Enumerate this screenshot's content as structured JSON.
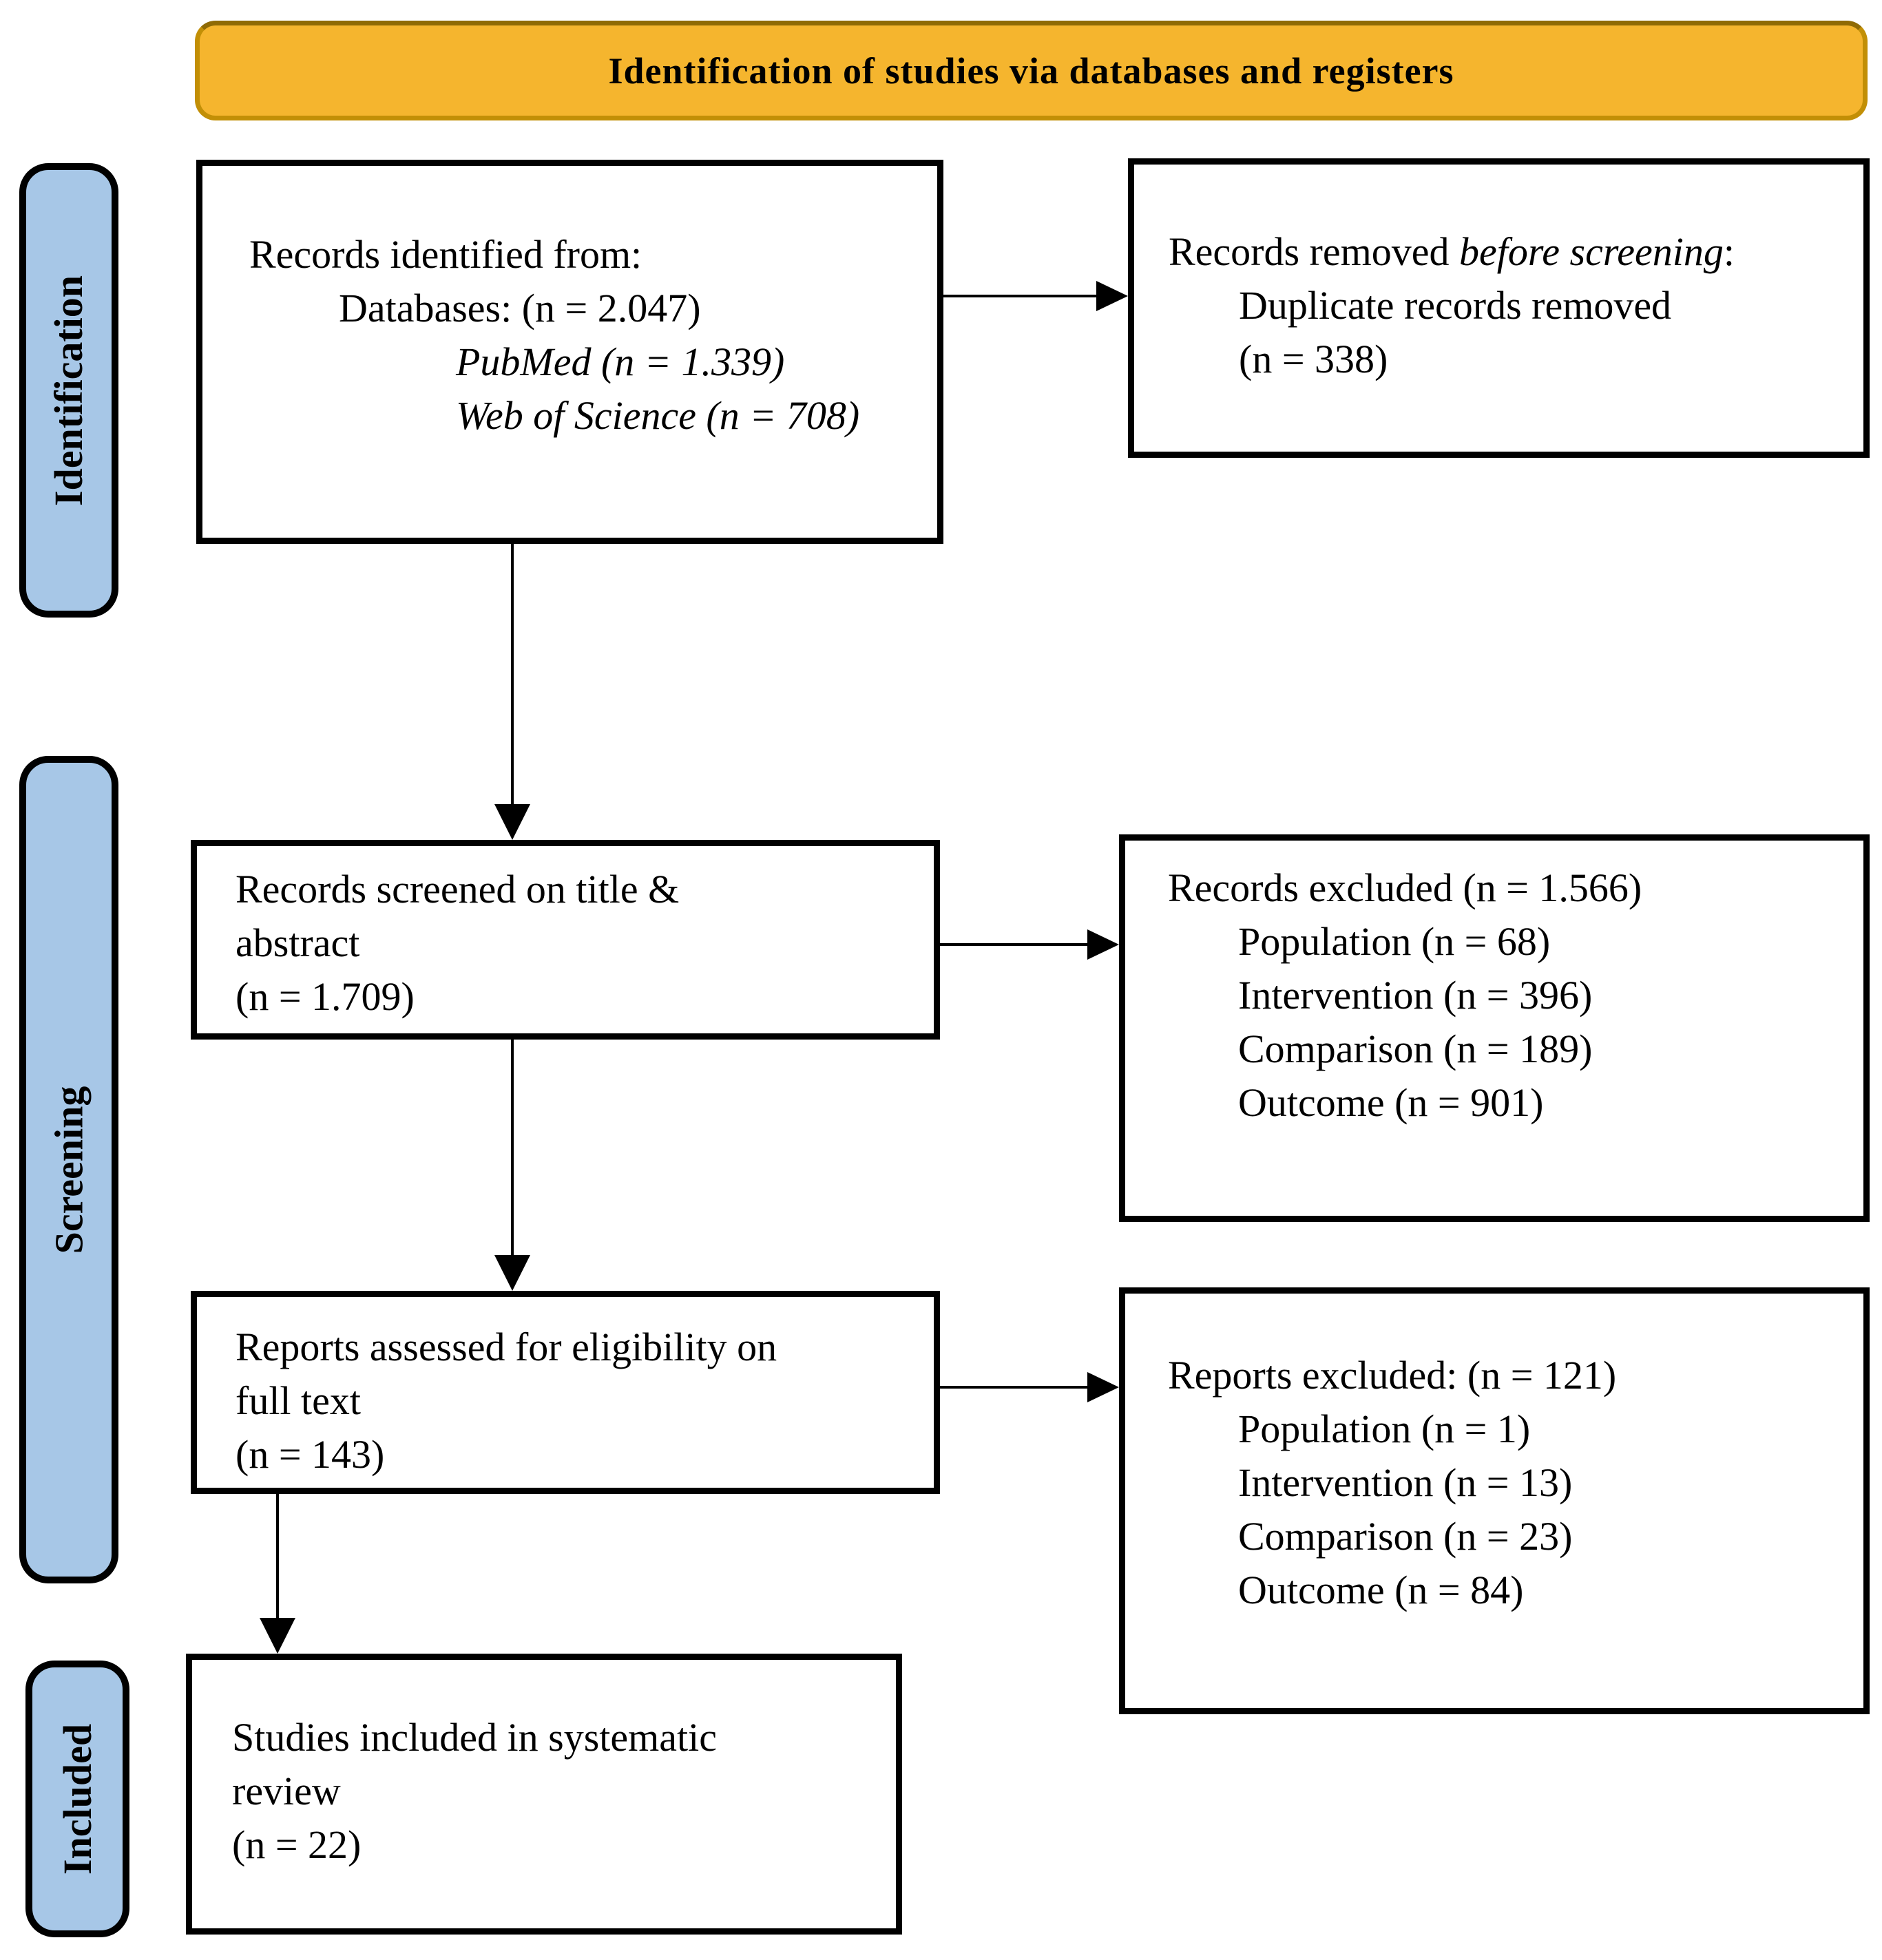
{
  "banner": {
    "title": "Identification of studies via databases and registers"
  },
  "stages": [
    {
      "label": "Identification"
    },
    {
      "label": "Screening"
    },
    {
      "label": "Included"
    }
  ],
  "boxes": {
    "records_identified": {
      "lines": [
        {
          "text": "Records identified from:",
          "indent": 0,
          "style": "normal"
        },
        {
          "text": "Databases: (n = 2.047)",
          "indent": 1,
          "style": "normal"
        },
        {
          "text": "PubMed (n = 1.339)",
          "indent": 2,
          "style": "italic"
        },
        {
          "text": "Web of Science (n = 708)",
          "indent": 2,
          "style": "italic"
        }
      ]
    },
    "records_removed": {
      "line1": {
        "prefix": "Records removed ",
        "italic": "before screening",
        "suffix": ":"
      },
      "lines": [
        {
          "text": "Duplicate records removed",
          "indent": 1,
          "style": "normal"
        },
        {
          "text": "(n = 338)",
          "indent": 1,
          "style": "normal"
        }
      ]
    },
    "records_screened": {
      "lines": [
        {
          "text": "Records screened on title &",
          "indent": 0,
          "style": "normal"
        },
        {
          "text": "abstract",
          "indent": 0,
          "style": "normal"
        },
        {
          "text": "(n = 1.709)",
          "indent": 0,
          "style": "normal"
        }
      ]
    },
    "records_excluded": {
      "lines": [
        {
          "text": "Records excluded (n = 1.566)",
          "indent": 0,
          "style": "normal"
        },
        {
          "text": "Population (n = 68)",
          "indent": 1,
          "style": "normal"
        },
        {
          "text": "Intervention (n = 396)",
          "indent": 1,
          "style": "normal"
        },
        {
          "text": "Comparison (n = 189)",
          "indent": 1,
          "style": "normal"
        },
        {
          "text": "Outcome (n = 901)",
          "indent": 1,
          "style": "normal"
        }
      ]
    },
    "reports_assessed": {
      "lines": [
        {
          "text": "Reports assessed for eligibility on",
          "indent": 0,
          "style": "normal"
        },
        {
          "text": "full text",
          "indent": 0,
          "style": "normal"
        },
        {
          "text": "(n = 143)",
          "indent": 0,
          "style": "normal"
        }
      ]
    },
    "reports_excluded": {
      "lines": [
        {
          "text": "Reports excluded: (n = 121)",
          "indent": 0,
          "style": "normal"
        },
        {
          "text": "Population (n = 1)",
          "indent": 1,
          "style": "normal"
        },
        {
          "text": "Intervention (n = 13)",
          "indent": 1,
          "style": "normal"
        },
        {
          "text": "Comparison (n = 23)",
          "indent": 1,
          "style": "normal"
        },
        {
          "text": "Outcome (n = 84)",
          "indent": 1,
          "style": "normal"
        }
      ]
    },
    "studies_included": {
      "lines": [
        {
          "text": "Studies included in systematic",
          "indent": 0,
          "style": "normal"
        },
        {
          "text": "review",
          "indent": 0,
          "style": "normal"
        },
        {
          "text": "(n = 22)",
          "indent": 0,
          "style": "normal"
        }
      ]
    }
  },
  "colors": {
    "banner_fill": "#F5B52E",
    "banner_border": "#C28F06",
    "stage_fill": "#A7C7E7",
    "box_border": "#000000",
    "arrow": "#000000"
  }
}
